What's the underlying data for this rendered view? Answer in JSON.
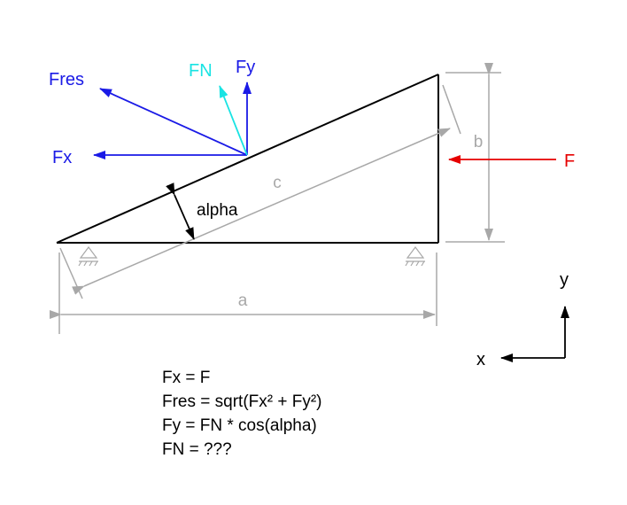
{
  "labels": {
    "fres": "Fres",
    "fn": "FN",
    "fy": "Fy",
    "fx": "Fx",
    "alpha": "alpha",
    "c": "c",
    "b": "b",
    "a": "a",
    "f": "F",
    "axis_x": "x",
    "axis_y": "y"
  },
  "formulas": [
    "Fx = F",
    "Fres = sqrt(Fx² + Fy²)",
    "Fy = FN * cos(alpha)",
    "FN = ???"
  ],
  "colors": {
    "blue": "#1a1ae6",
    "cyan": "#19e3e3",
    "red": "#e60000",
    "gray": "#a8a8a8",
    "black": "#000000"
  }
}
